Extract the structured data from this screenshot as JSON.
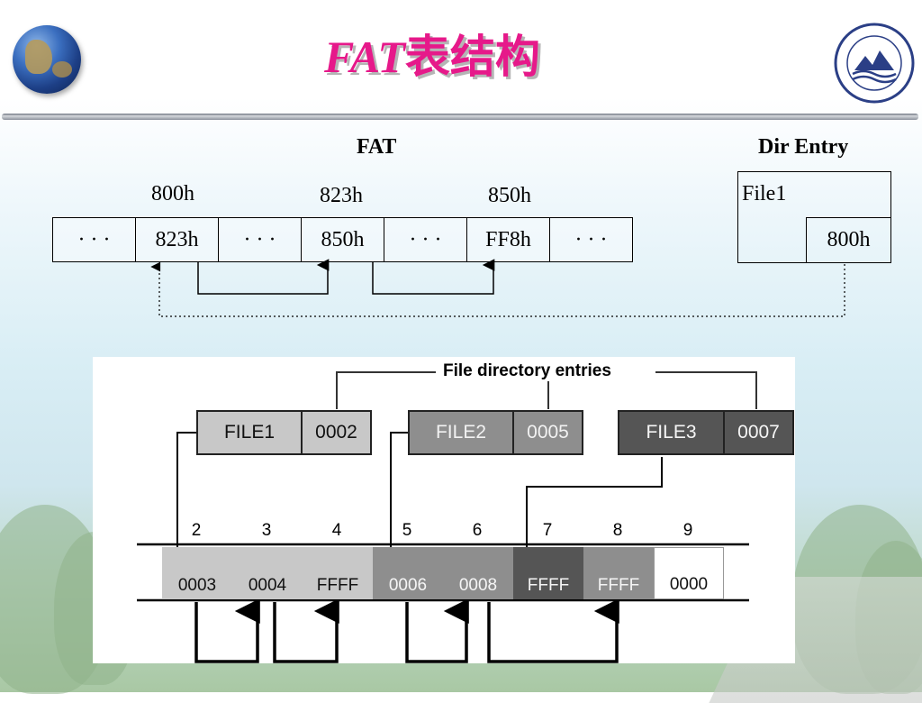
{
  "header": {
    "title_latin": "FAT",
    "title_cjk": "表结构"
  },
  "fat_diagram": {
    "fat_label": "FAT",
    "dir_label": "Dir Entry",
    "addresses": [
      "800h",
      "823h",
      "850h"
    ],
    "cells": [
      "· · ·",
      "823h",
      "· · ·",
      "850h",
      "· · ·",
      "FF8h",
      "· · ·"
    ],
    "dir_entry": {
      "name": "File1",
      "start": "800h"
    }
  },
  "directory_diagram": {
    "title": "File directory entries",
    "files": [
      {
        "name": "FILE1",
        "start": "0002"
      },
      {
        "name": "FILE2",
        "start": "0005"
      },
      {
        "name": "FILE3",
        "start": "0007"
      }
    ],
    "indices": [
      "2",
      "3",
      "4",
      "5",
      "6",
      "7",
      "8",
      "9"
    ],
    "entries": [
      "0003",
      "0004",
      "FFFF",
      "0006",
      "0008",
      "FFFF",
      "FFFF",
      "0000"
    ]
  },
  "colors": {
    "title": "#e6198a",
    "file1_fill": "#c8c8c8",
    "file2_fill": "#8e8e8e",
    "file3_fill": "#555555"
  }
}
